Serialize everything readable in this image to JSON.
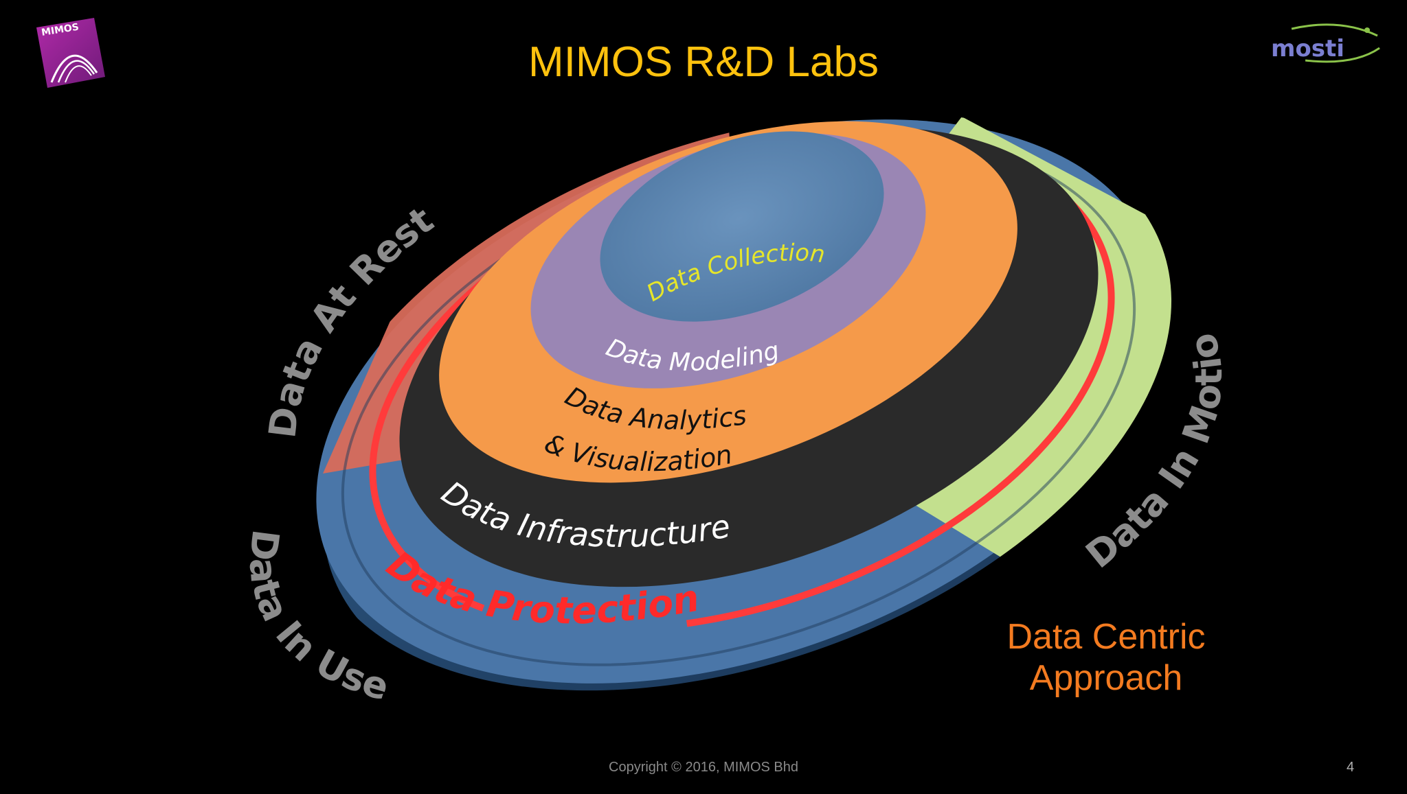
{
  "slide": {
    "title": "MIMOS R&D Labs",
    "copyright": "Copyright © 2016, MIMOS Bhd",
    "page_number": "4"
  },
  "logos": {
    "left": {
      "text": "MIMOS",
      "icon": "mimos-logo-icon"
    },
    "right": {
      "text": "mosti",
      "icon": "mosti-logo-icon"
    }
  },
  "diagram": {
    "rings": {
      "core": "Data Collection",
      "layer2": "Data Modeling",
      "layer3_line1": "Data  Analytics",
      "layer3_line2": "& Visualization",
      "layer4": "Data  Infrastructure",
      "outer": "Data Protection"
    },
    "states": {
      "rest": "Data At Rest",
      "use": "Data In Use",
      "motion": "Data In Motion"
    },
    "colors": {
      "core": "#5b86b2",
      "modeling": "#9a86b4",
      "analytics": "#f59a4a",
      "infrastructure": "#2a2a2a",
      "protection_ring": "#ff3b3b",
      "rest_segment": "#e0725f",
      "use_segment": "#4a76a8",
      "motion_segment": "#c3e08e"
    }
  },
  "approach": {
    "line1": "Data Centric",
    "line2": "Approach"
  }
}
